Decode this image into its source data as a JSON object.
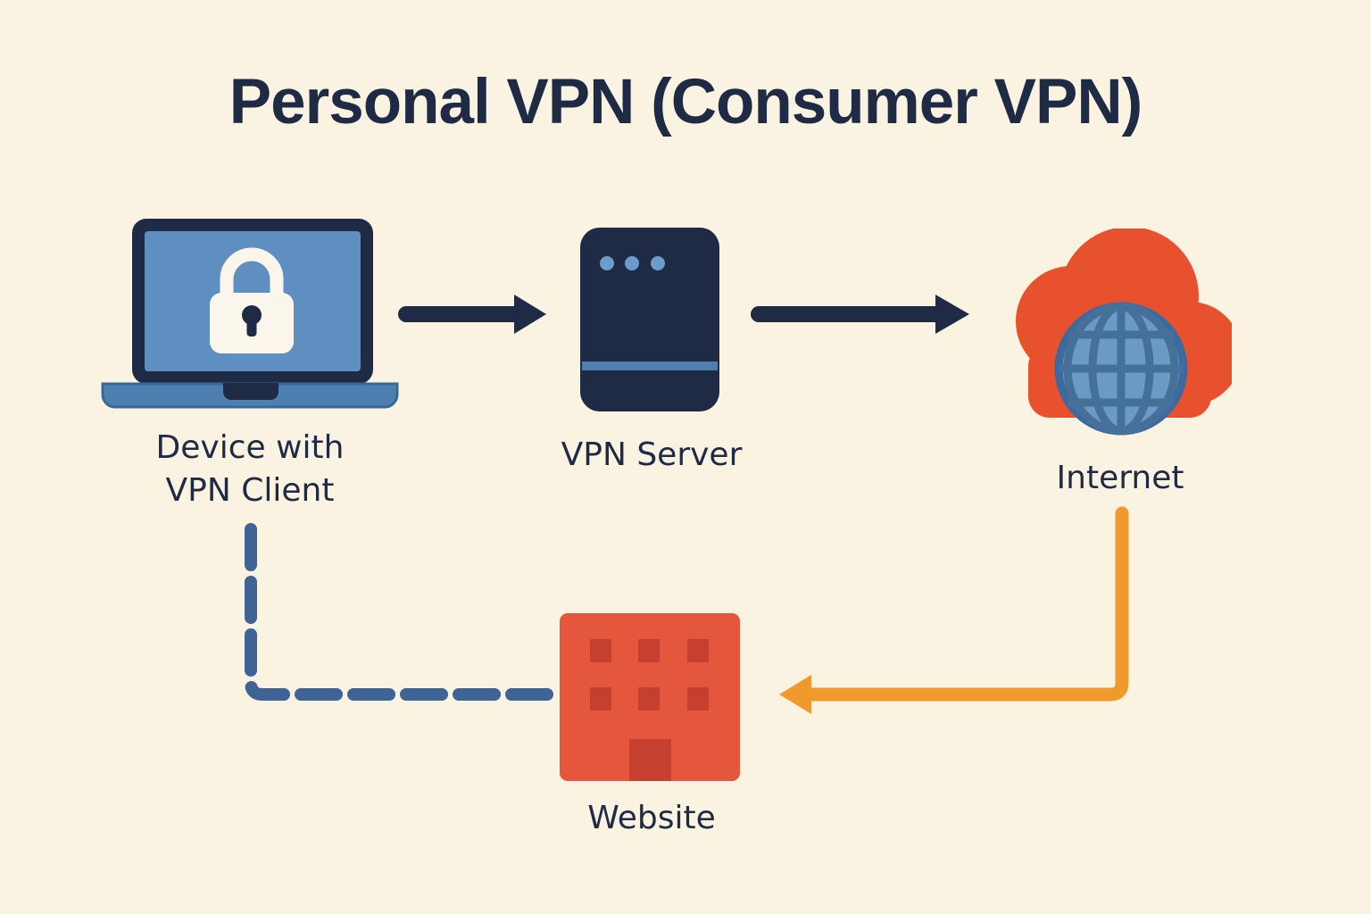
{
  "title": "Personal VPN (Consumer VPN)",
  "nodes": {
    "device": {
      "icon": "laptop-with-lock-icon",
      "label_line1": "Device with",
      "label_line2": "VPN Client"
    },
    "server": {
      "icon": "server-icon",
      "label": "VPN Server"
    },
    "internet": {
      "icon": "cloud-globe-icon",
      "label": "Internet"
    },
    "website": {
      "icon": "building-icon",
      "label": "Website"
    }
  },
  "connections": [
    {
      "from": "device",
      "to": "server",
      "style": "solid-arrow",
      "color_key": "navy"
    },
    {
      "from": "server",
      "to": "internet",
      "style": "solid-arrow",
      "color_key": "navy"
    },
    {
      "from": "internet",
      "to": "website",
      "style": "solid-elbow-arrow",
      "color_key": "arrowOrange"
    },
    {
      "from": "device",
      "to": "website",
      "style": "dashed-elbow-line",
      "color_key": "dashBlue"
    }
  ],
  "colors": {
    "bg": "#faf3e2",
    "navy": "#1f2a44",
    "screenBlue": "#5e8fc0",
    "baseBlue": "#4d80b0",
    "baseEdge": "#3a6795",
    "lockWhite": "#faf6ec",
    "dotBlue": "#6b9ccb",
    "stripeBlue": "#4f7fad",
    "cloudOrange": "#e8512d",
    "globeBlue": "#6b9ac6",
    "globeGrid": "#447099",
    "globeRing": "#3c6a9e",
    "buildingRed": "#e5573c",
    "windowRed": "#c5402e",
    "arrowOrange": "#f0992d",
    "dashBlue": "#3e6495"
  }
}
